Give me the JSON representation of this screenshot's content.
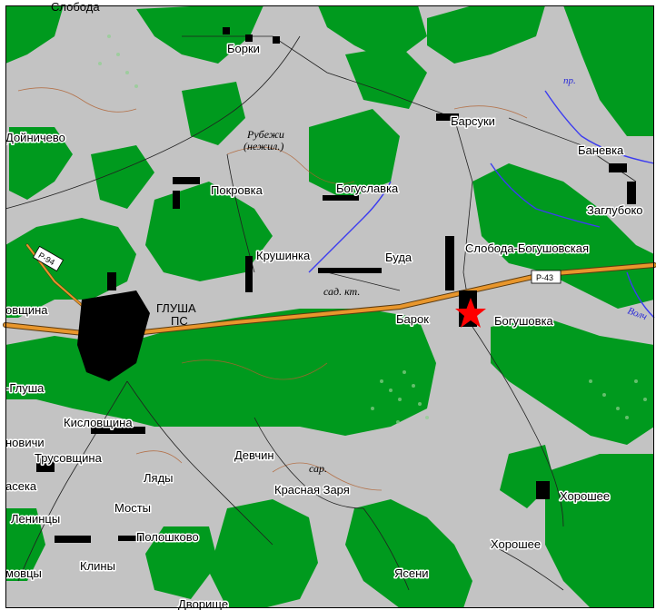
{
  "colors": {
    "land": "#c3c3c3",
    "forest": "#009a1e",
    "road": "#e8962c",
    "river": "#3c3cf0",
    "settlement": "#000000",
    "marker": "#ff0000",
    "contour": "#b06030"
  },
  "labels": {
    "sloboda_top": "Слобода",
    "borki": "Борки",
    "doynichevo": "Дойничево",
    "rubezhi": "Рубежи",
    "rubezhi_note": "(нежил.)",
    "barsuki": "Барсуки",
    "banevka": "Баневка",
    "zagluboko": "Заглубоко",
    "pokrovka": "Покровка",
    "boguslavka": "Богуславка",
    "krushinka": "Крушинка",
    "buda": "Буда",
    "sloboda_bogushovskaya": "Слобода-Богушовская",
    "sad_kt": "сад. кт.",
    "glusha": "ГЛУША",
    "ps": "ПС",
    "barok": "Барок",
    "bogushovka": "Богушовка",
    "ovshchina": "овщина",
    "glusha_left": "-Глуша",
    "kislovshchina": "Кисловщина",
    "novichi": "новичи",
    "trusovshchina": "Трусовщина",
    "devchin": "Девчин",
    "sar": "сар.",
    "lyady": "Ляды",
    "aseka": "асека",
    "krasnaya_zarya": "Красная Заря",
    "khoroshee_1": "Хорошее",
    "mosty": "Мосты",
    "lenintsy": "Ленинцы",
    "poloshkovo": "Полошково",
    "khoroshee_2": "Хорошее",
    "moytsy": "мовцы",
    "kliny": "Клины",
    "yaseni": "Ясени",
    "dvorishche": "Дворище",
    "river_pr": "пр.",
    "river_volch": "Волч"
  },
  "road_tags": {
    "r94": "Р-94",
    "r43": "Р-43"
  },
  "icons": {
    "marker": "red-star-icon"
  }
}
